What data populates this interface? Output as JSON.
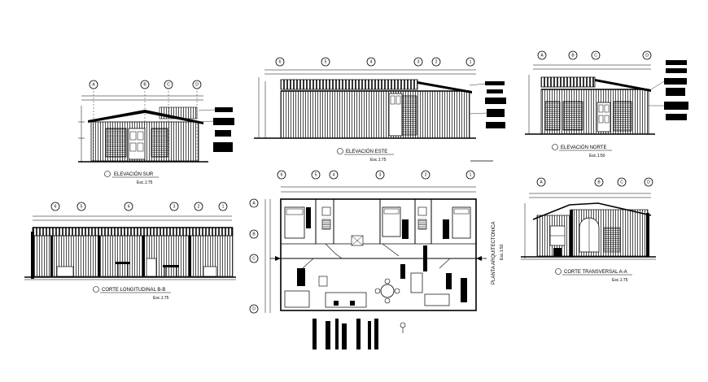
{
  "drawings": {
    "elev_sur": {
      "title": "ELEVACIÓN SUR",
      "scale": "Esc.1:75",
      "axes": [
        "A",
        "B",
        "C",
        "D"
      ]
    },
    "elev_este": {
      "title": "ELEVACIÓN ESTE",
      "scale": "Esc.1:75",
      "axes": [
        "6",
        "5",
        "4",
        "3",
        "2",
        "1"
      ]
    },
    "elev_norte": {
      "title": "ELEVACIÓN NORTE",
      "scale": "Esc.1:50",
      "axes": [
        "A",
        "B",
        "C",
        "D"
      ]
    },
    "corte_long": {
      "title": "CORTE LONGITUDINAL B-B",
      "scale": "Esc.1:75",
      "axes": [
        "6",
        "5",
        "4",
        "3",
        "2",
        "1"
      ]
    },
    "planta": {
      "title": "PLANTA ARQUITECTONICA",
      "scale": "Esc.1:50",
      "axes_top": [
        "6",
        "5",
        "4",
        "3",
        "2",
        "1"
      ],
      "axes_side": [
        "A",
        "B",
        "C",
        "D"
      ]
    },
    "corte_trans": {
      "title": "CORTE TRANSVERSAL A-A",
      "scale": "Esc.1:75",
      "axes": [
        "A",
        "B",
        "C",
        "D"
      ]
    }
  },
  "colors": {
    "ink": "#000000",
    "paper": "#ffffff"
  }
}
